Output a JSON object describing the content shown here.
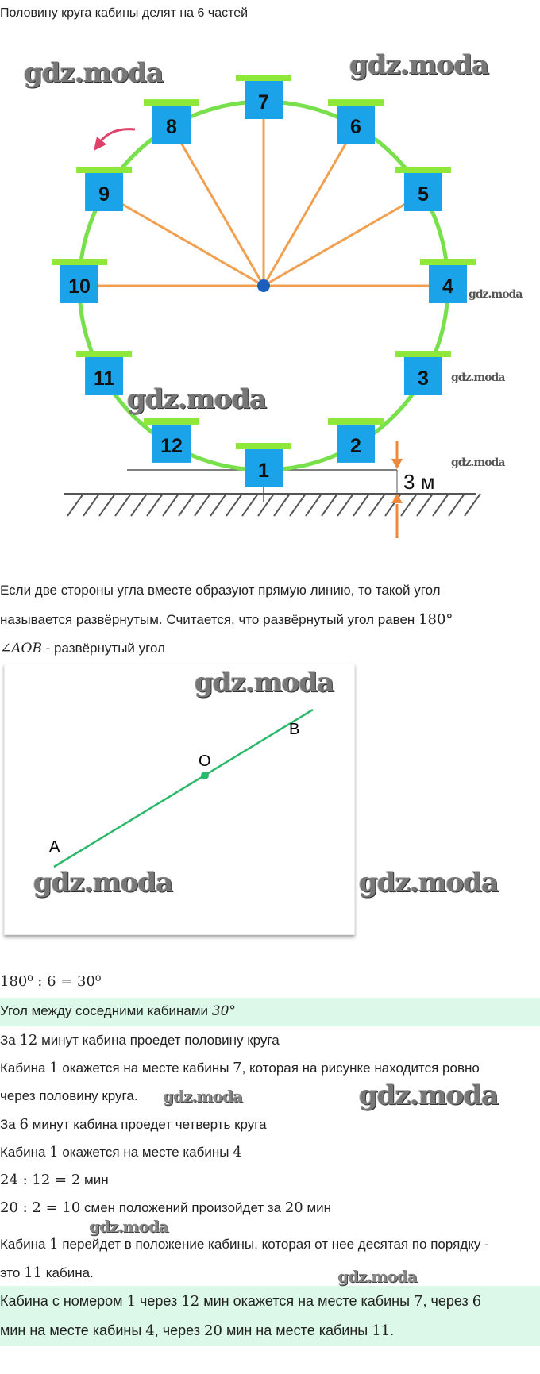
{
  "title": "Половину круга кабины делят на 6 частей",
  "title_number": "6",
  "wheel": {
    "cabins": [
      "1",
      "2",
      "3",
      "4",
      "5",
      "6",
      "7",
      "8",
      "9",
      "10",
      "11",
      "12"
    ],
    "height_label": "3 м",
    "colors": {
      "rim": "#77e04a",
      "spoke": "#f0a050",
      "cabin": "#1aa3e8",
      "roof": "#8ee83a",
      "center": "#1a5fc0",
      "arrow": "#f0883a",
      "rotate_arrow": "#e0406a"
    }
  },
  "definition": {
    "line1": "Если две стороны угла вместе образуют прямую линию, то такой угол",
    "line2": "называется развёрнутым. Считается, что развёрнутый угол равен",
    "line2_value": "180°",
    "angle_name": "∠AOB",
    "angle_caption": " - развёрнутый угол"
  },
  "angle_figure": {
    "A": "A",
    "O": "O",
    "B": "B",
    "line_color": "#2ab86a"
  },
  "solution": {
    "eq1": "180⁰ : 6 = 30⁰",
    "hl1_text": "Угол между соседними кабинами ",
    "hl1_value": "30°",
    "s1a": "За ",
    "s1n": "12",
    "s1b": " минут кабина проедет половину круга",
    "s2a": "Кабина ",
    "s2n1": "1",
    "s2b": " окажется на месте кабины ",
    "s2n2": "7",
    "s2c": ", которая на рисунке находится ровно",
    "s2d": "через половину круга.",
    "s3a": "За ",
    "s3n": "6",
    "s3b": " минут кабина проедет четверть круга",
    "s4a": "Кабина ",
    "s4n1": "1",
    "s4b": " окажется на месте кабины ",
    "s4n2": "4",
    "eq2": "24 : 12 = 2",
    "eq2_unit": " мин",
    "eq3": "20 : 2 = 10",
    "eq3_text": " смен положений произойдет за ",
    "eq3_n": "20",
    "eq3_unit": " мин",
    "s5a": "Кабина ",
    "s5n": "1",
    "s5b": " перейдет в положение кабины, которая от нее десятая по порядку -",
    "s5c": "это ",
    "s5n2": "11",
    "s5d": " кабина.",
    "ans1a": "Кабина с номером ",
    "ans1n1": "1",
    "ans1b": " через ",
    "ans1n2": "12",
    "ans1c": " мин окажется на месте кабины ",
    "ans1n3": "7",
    "ans1d": ", через ",
    "ans1n4": "6",
    "ans2a": "мин на месте кабины ",
    "ans2n1": "4",
    "ans2b": ", через ",
    "ans2n2": "20",
    "ans2c": " мин на месте кабины ",
    "ans2n3": "11",
    "ans2d": "."
  },
  "watermark": "gdz.moda"
}
